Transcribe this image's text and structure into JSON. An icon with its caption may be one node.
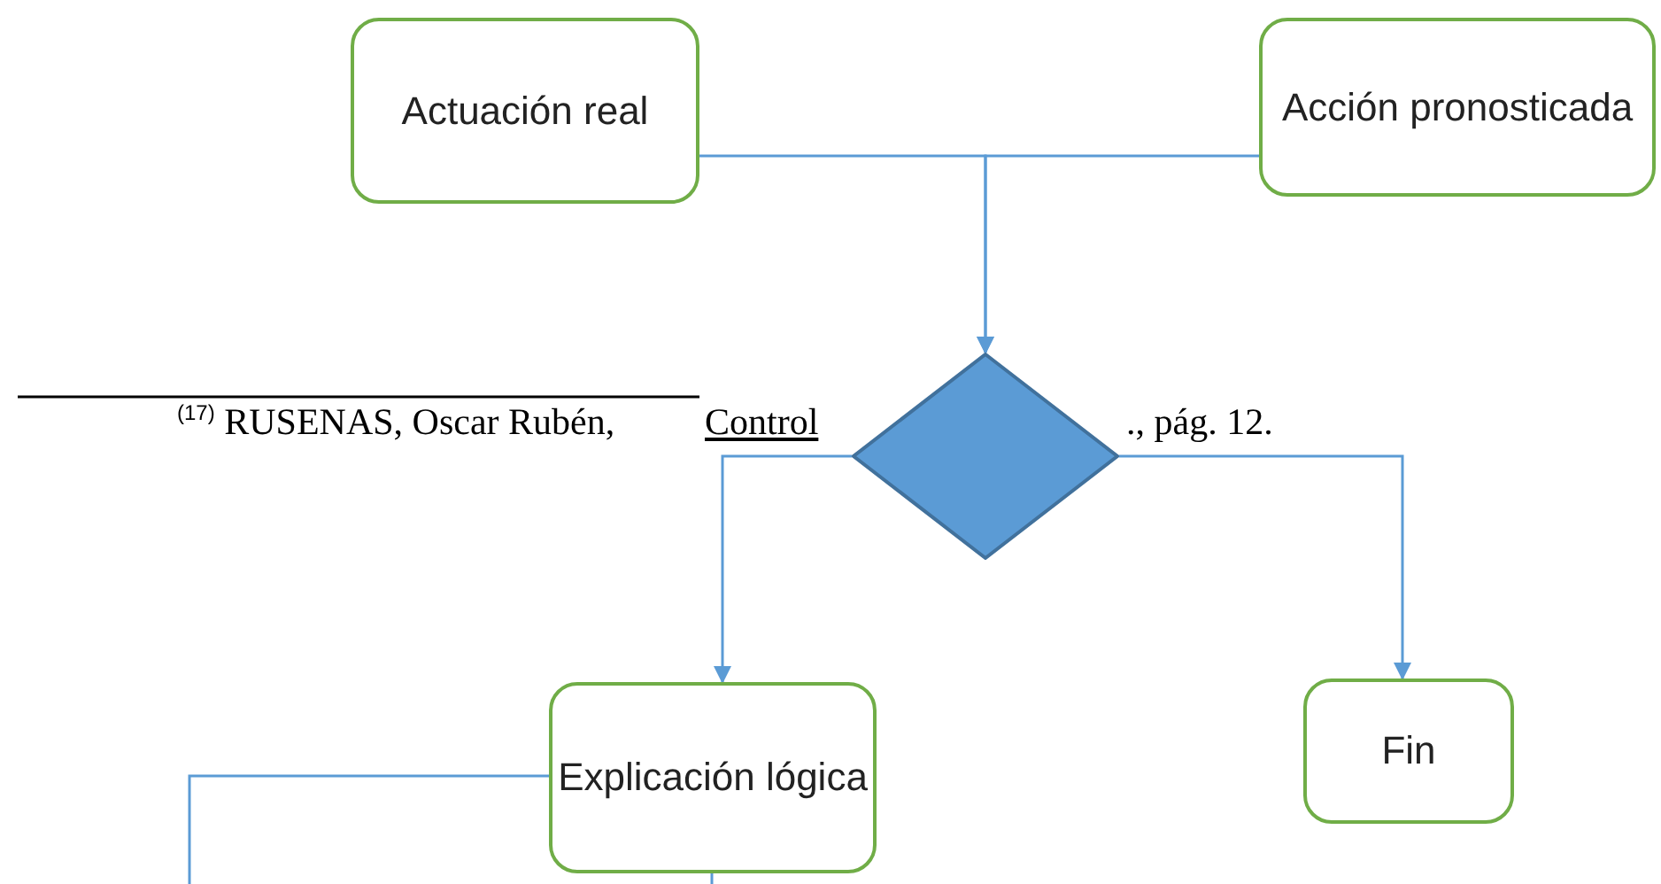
{
  "diagram": {
    "nodes": [
      {
        "text": [
          "Actuación real"
        ]
      },
      {
        "text": [
          "Acción pronosticada"
        ]
      },
      {
        "text": [],
        "shape": "diamond"
      },
      {
        "text": [
          "Explicación lógica"
        ]
      },
      {
        "text": [
          "Fin"
        ]
      }
    ],
    "edges": [
      {
        "from": 0,
        "to": 2,
        "arrow": "to"
      },
      {
        "from": 1,
        "to": 2,
        "arrow": "to"
      },
      {
        "from": 2,
        "to": 3,
        "arrow": "to"
      },
      {
        "from": 2,
        "to": 4,
        "arrow": "to"
      },
      {
        "from": 3,
        "to": null,
        "arrow": "none"
      },
      {
        "from": 3,
        "to": null,
        "arrow": "none"
      }
    ],
    "labels": [
      "$^{(17)}$ RUSENAS, Oscar Rubén,",
      "Control",
      "., pág. 12."
    ]
  }
}
